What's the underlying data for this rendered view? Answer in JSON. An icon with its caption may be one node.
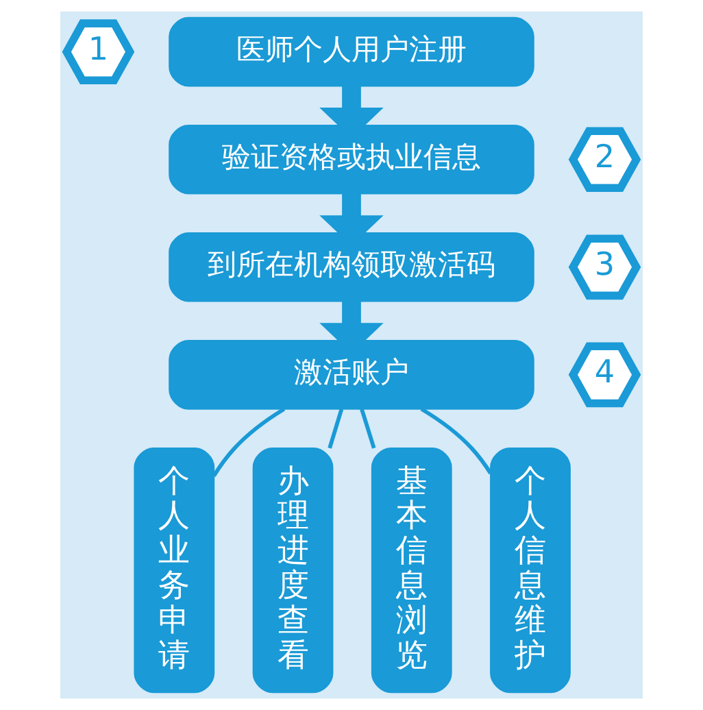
{
  "diagram": {
    "nodes": [
      {
        "text": [
          "1"
        ]
      },
      {
        "text": [
          "医师个人用户注册"
        ]
      },
      {
        "text": [
          "2"
        ]
      },
      {
        "text": [
          "验证资格或执业信息"
        ]
      },
      {
        "text": [
          "3"
        ]
      },
      {
        "text": [
          "到所在机构领取激活码"
        ]
      },
      {
        "text": [
          "4"
        ]
      },
      {
        "text": [
          "激活账户"
        ]
      },
      {
        "text": [
          "个人业务申请"
        ]
      },
      {
        "text": [
          "办理进度查看"
        ]
      },
      {
        "text": [
          "基本信息浏览"
        ]
      },
      {
        "text": [
          "个人信息维护"
        ]
      }
    ],
    "edges": [
      {
        "from": 1,
        "to": 3,
        "arrow": "to",
        "style": "thick"
      },
      {
        "from": 3,
        "to": 5,
        "arrow": "to",
        "style": "thick"
      },
      {
        "from": 5,
        "to": 7,
        "arrow": "to",
        "style": "thick"
      },
      {
        "from": 7,
        "to": 8,
        "arrow": "none"
      },
      {
        "from": 7,
        "to": 9,
        "arrow": "none"
      },
      {
        "from": 7,
        "to": 10,
        "arrow": "none"
      },
      {
        "from": 7,
        "to": 11,
        "arrow": "none"
      }
    ]
  }
}
